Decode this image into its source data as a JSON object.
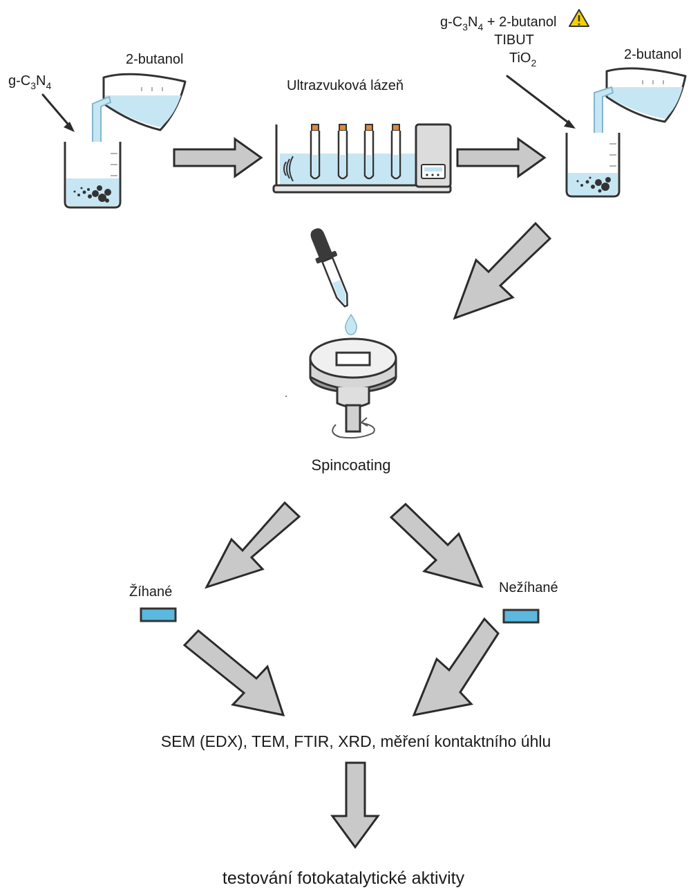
{
  "labels": {
    "reagent_left": "g-C3N4",
    "solvent_left": "2-butanol",
    "bath": "Ultrazvuková lázeň",
    "reagents_right_line1": "g-C3N4 + 2-butanol",
    "reagents_right_line2": "TIBUT",
    "reagents_right_line3": "TiO2",
    "solvent_right": "2-butanol",
    "spincoating": "Spincoating",
    "annealed": "Žíhané",
    "not_annealed": "Nežíhané",
    "characterization": "SEM (EDX), TEM, FTIR, XRD, měření kontaktního úhlu",
    "final": "testování fotokatalytické aktivity"
  },
  "icons": {
    "warning": "warning-triangle-icon",
    "sound_waves": "ultrasound-waves-icon",
    "rotation": "rotation-arrow-icon"
  },
  "colors": {
    "liquid": "#c7e6f3",
    "sample": "#5bb8de",
    "arrow_fill": "#c9c9c9",
    "warning": "#f5d000",
    "cap": "#e08a3a"
  }
}
